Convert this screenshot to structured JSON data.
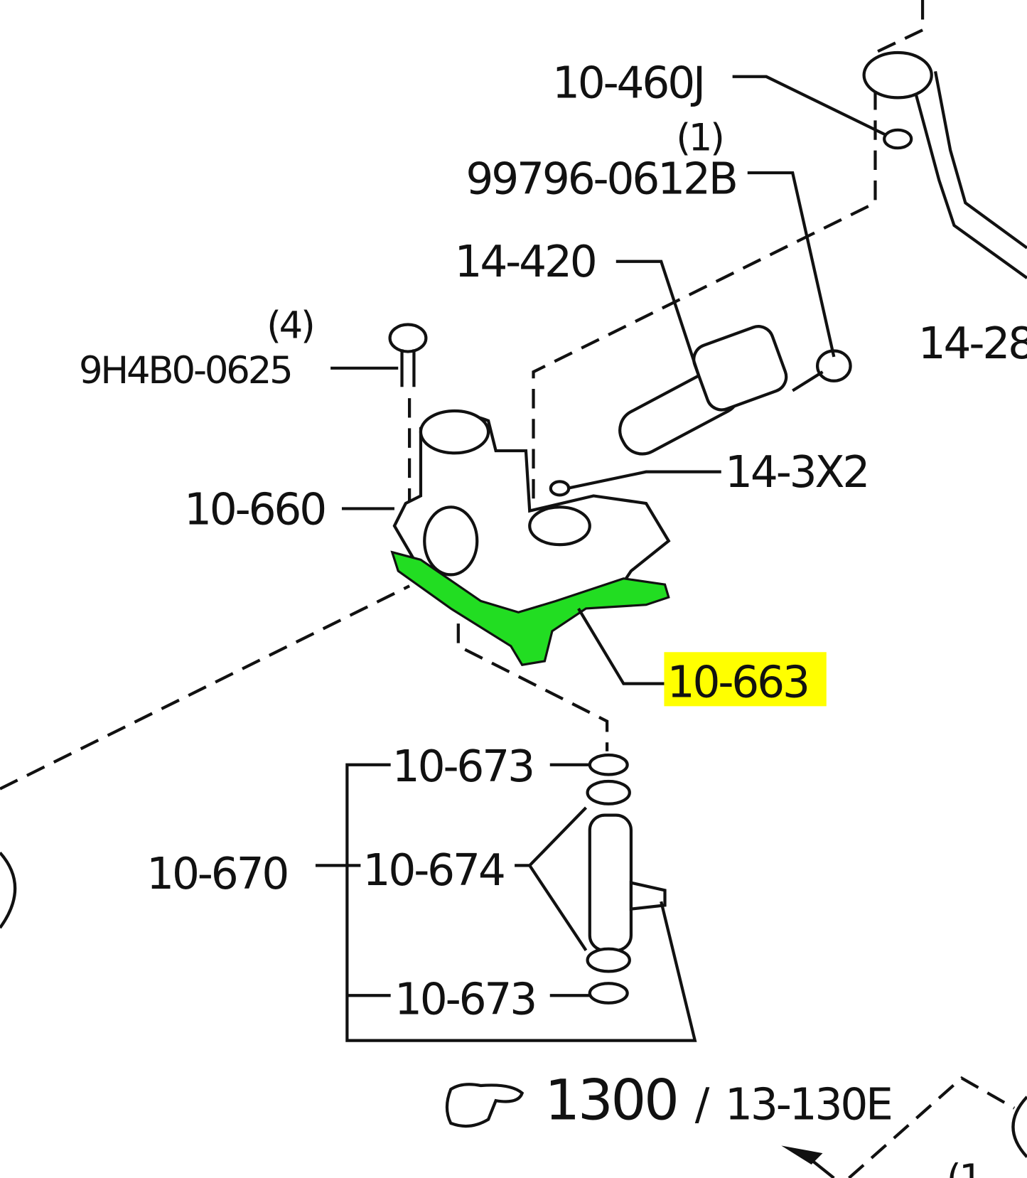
{
  "diagram": {
    "highlight_color": "#ffff00",
    "highlight_part_color": "#22dd22",
    "labels": {
      "p10_460J": "10-460J",
      "qty_1": "(1)",
      "p99796": "99796-0612B",
      "p14_420": "14-420",
      "p14_28": "14-28",
      "qty_4": "(4)",
      "p9H4B0": "9H4B0-0625",
      "p14_3X2": "14-3X2",
      "p10_660": "10-660",
      "p10_663": "10-663",
      "p10_673_top": "10-673",
      "p10_670": "10-670",
      "p10_674": "10-674",
      "p10_673_bottom": "10-673",
      "ref_main": "1300",
      "ref_sep": "/",
      "ref_sub": "13-130E",
      "partial_qty": "(1"
    },
    "highlighted_part": "10-663",
    "reference_icon": "pointing-hand-icon"
  }
}
